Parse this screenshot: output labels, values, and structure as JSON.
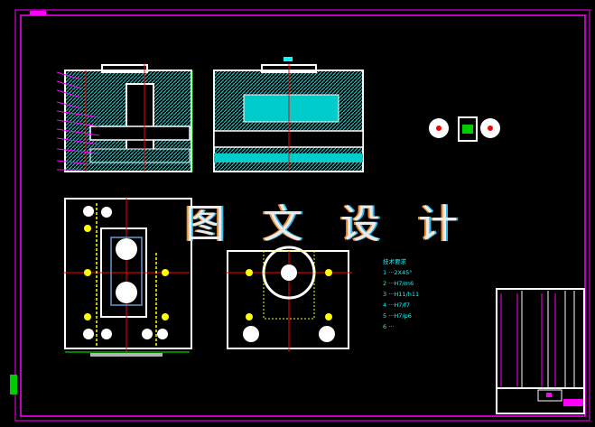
{
  "watermark": "图 文 设 计",
  "notes": {
    "heading": "技术要求",
    "items": [
      "1 ···2X45°",
      "2 ···H7/m6",
      "3 ···H11/h11",
      "4 ···H7/f7",
      "5 ···H7/p6",
      "6 ···"
    ]
  },
  "colors": {
    "background": "#000000",
    "frame": "#ff00ff",
    "lines": "#ffffff",
    "hatch": "#00ffff",
    "centerline": "#ff0000",
    "dims": "#00ff00",
    "hidden": "#ffff00"
  }
}
